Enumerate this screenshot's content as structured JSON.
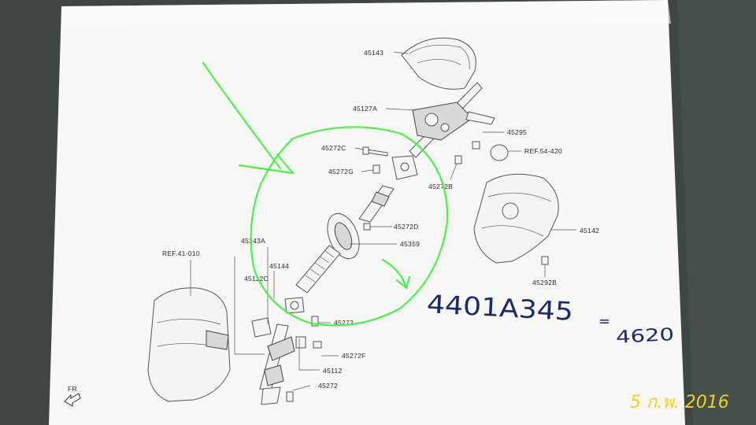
{
  "labels": {
    "p45143": "45143",
    "p45127A": "45127A",
    "p45295": "45295",
    "ref54_420": "REF.54-420",
    "p45272C": "45272C",
    "p45272G": "45272G",
    "p45272B": "45272B",
    "p45142": "45142",
    "p45272D": "45272D",
    "p45359": "45359",
    "ref41_010": "REF.41-010",
    "p45343A": "45343A",
    "p45144": "45144",
    "p45112C": "45112C",
    "p45292B": "45292B",
    "p45272_upper": "45272",
    "p45272F": "45272F",
    "p45112": "45112",
    "p45272_lower": "45272",
    "fr": "FR"
  },
  "handwriting": {
    "part_number": "4401A345",
    "equals": "=",
    "price": "4620"
  },
  "date_stamp": "5 ก.พ. 2016",
  "colors": {
    "paper": "#f7f7f5",
    "background": "#3e4a44",
    "highlight_green": "#4ef04e",
    "ink_blue": "#1d2a6a",
    "date_yellow": "#f2d21b"
  },
  "icons": [
    "front-arrow-icon"
  ]
}
